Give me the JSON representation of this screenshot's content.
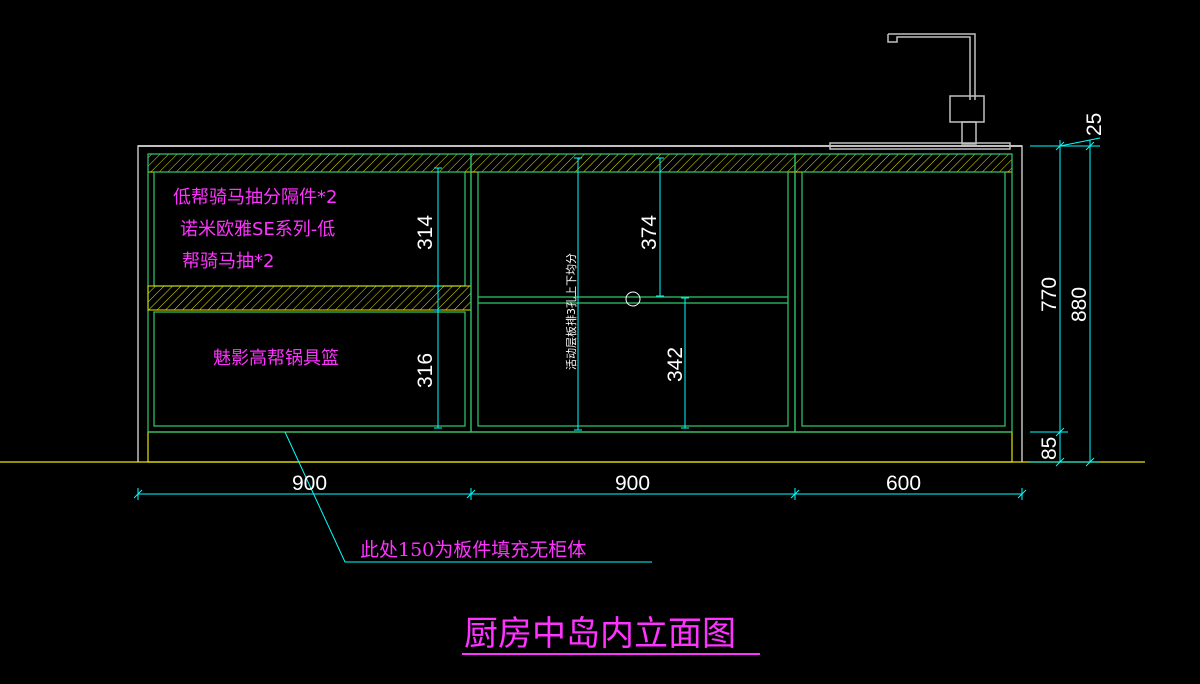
{
  "colors": {
    "cyan": "#00ffff",
    "green": "#2ecc71",
    "yellow": "#e6e600",
    "magenta": "#ff33ff",
    "white": "#ffffff",
    "grey": "#c0c0c0",
    "background": "#000000"
  },
  "title": "厨房中岛内立面图",
  "labels": {
    "left_top_line1": "低帮骑马抽分隔件*2",
    "left_top_line2": "诺米欧雅SE系列-低",
    "left_top_line3": "帮骑马抽*2",
    "left_bottom": "魅影高帮锅具篮",
    "middle_vertical": "活动层板排3孔上下均分",
    "leader_note": "此处150为板件填充无柜体"
  },
  "dimensions": {
    "width_left": "900",
    "width_middle": "900",
    "width_right": "600",
    "left_upper": "314",
    "left_lower": "316",
    "middle_upper": "374",
    "middle_lower": "342",
    "height_770": "770",
    "height_880": "880",
    "top_25": "25",
    "base_85": "85"
  },
  "icons": [
    "faucet-icon",
    "shelf-hole-icon"
  ]
}
